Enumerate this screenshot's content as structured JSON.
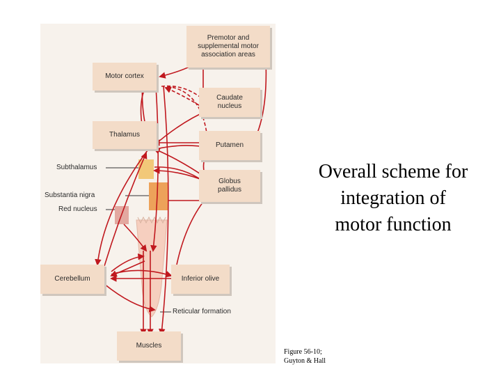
{
  "diagram": {
    "boxes": {
      "premotor": "Premotor and\nsupplemental motor\nassociation areas",
      "motor_cortex": "Motor cortex",
      "caudate": "Caudate\nnucleus",
      "thalamus": "Thalamus",
      "putamen": "Putamen",
      "globus": "Globus\npallidus",
      "cerebellum": "Cerebellum",
      "inferior_olive": "Inferior olive",
      "muscles": "Muscles"
    },
    "side_labels": {
      "subthalamus": "Subthalamus",
      "substantia_nigra": "Substantia nigra",
      "red_nucleus": "Red nucleus"
    },
    "reticular_label": "Reticular formation",
    "colors": {
      "pathway": "#c0181e",
      "box_fill": "#f3dcc8",
      "subthalamus_fill": "#f2c879",
      "nigra_fill": "#eda25a",
      "red_nucleus_fill": "#e3a8a0",
      "brainstem_fill": "#f6cfbf"
    }
  },
  "slide": {
    "title": "Overall scheme for\nintegration of\nmotor function",
    "credit": "Figure 56-10;\nGuyton & Hall"
  }
}
